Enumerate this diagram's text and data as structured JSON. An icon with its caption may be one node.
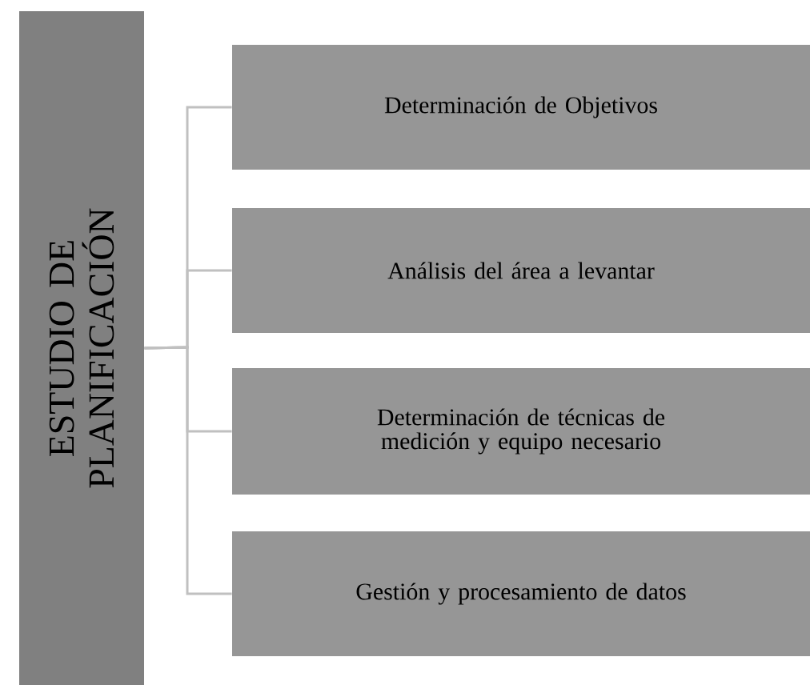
{
  "diagram": {
    "nodes": [
      {
        "text": [
          "ESTUDIO DE PLANIFICACIÓN"
        ]
      },
      {
        "text": [
          "Determinación de Objetivos"
        ]
      },
      {
        "text": [
          "Análisis del área a levantar"
        ]
      },
      {
        "text": [
          "Determinación de técnicas de medición y equipo necesario"
        ]
      },
      {
        "text": [
          "Gestión y procesamiento de datos"
        ]
      }
    ],
    "edges": [
      {
        "from": 0,
        "to": 1,
        "arrow": "none"
      },
      {
        "from": 0,
        "to": 2,
        "arrow": "none"
      },
      {
        "from": 0,
        "to": 3,
        "arrow": "none"
      },
      {
        "from": 0,
        "to": 4,
        "arrow": "none"
      }
    ]
  }
}
